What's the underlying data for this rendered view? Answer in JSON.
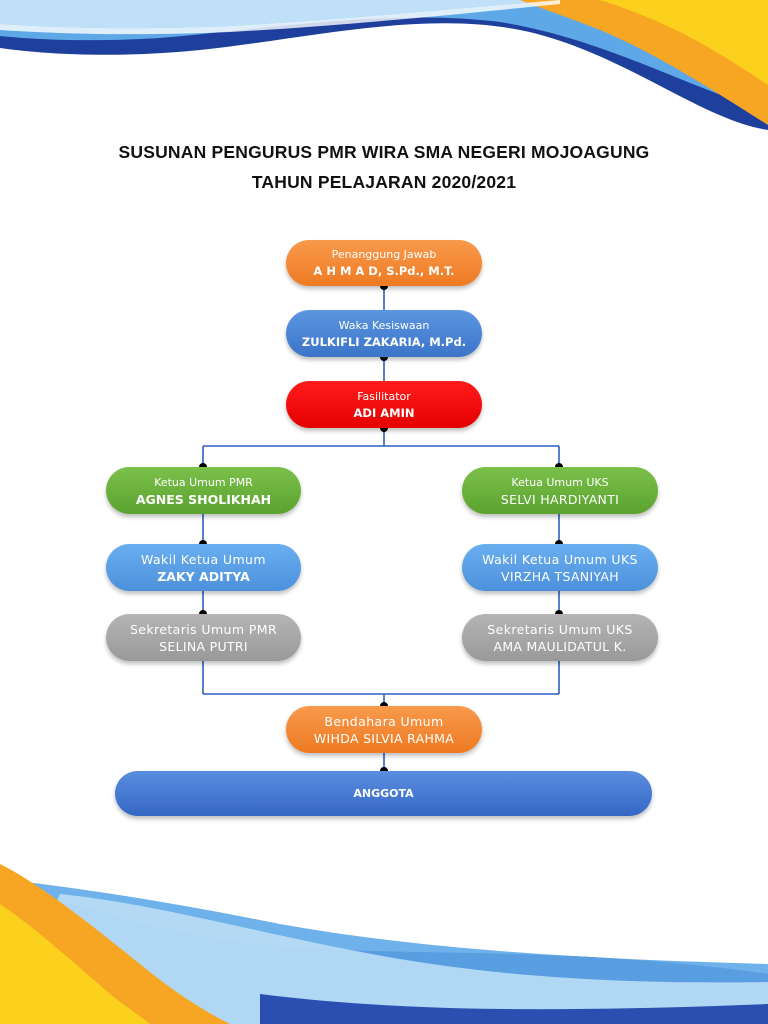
{
  "title": {
    "line1": "SUSUNAN PENGURUS PMR WIRA SMA NEGERI MOJOAGUNG",
    "line2": "TAHUN PELAJARAN 2020/2021"
  },
  "nodes": {
    "penanggung_jawab": {
      "role": "Penanggung Jawab",
      "name": "A H M A D, S.Pd., M.T."
    },
    "waka_kesiswaan": {
      "role": "Waka Kesiswaan",
      "name": "ZULKIFLI ZAKARIA, M.Pd."
    },
    "fasilitator": {
      "role": "Fasilitator",
      "name": "ADI AMIN"
    },
    "ketua_pmr": {
      "role": "Ketua Umum PMR",
      "name": "AGNES SHOLIKHAH"
    },
    "ketua_uks": {
      "role": "Ketua Umum UKS",
      "name": "SELVI HARDIYANTI"
    },
    "wakil_pmr": {
      "role": "Wakil Ketua Umum",
      "name": "ZAKY ADITYA"
    },
    "wakil_uks": {
      "role": "Wakil Ketua Umum UKS",
      "name": "VIRZHA TSANIYAH"
    },
    "sekretaris_pmr": {
      "role": "Sekretaris Umum PMR",
      "name": "SELINA PUTRI"
    },
    "sekretaris_uks": {
      "role": "Sekretaris Umum UKS",
      "name": "AMA MAULIDATUL K."
    },
    "bendahara": {
      "role": "Bendahara Umum",
      "name": "WIHDA SILVIA RAHMA"
    },
    "anggota": {
      "label": "ANGGOTA"
    }
  },
  "colors": {
    "orange": "#ee7a22",
    "blue": "#3c74c9",
    "red": "#e50000",
    "green": "#5aa32f",
    "gray": "#999999",
    "connector": "#2e5fc0"
  }
}
